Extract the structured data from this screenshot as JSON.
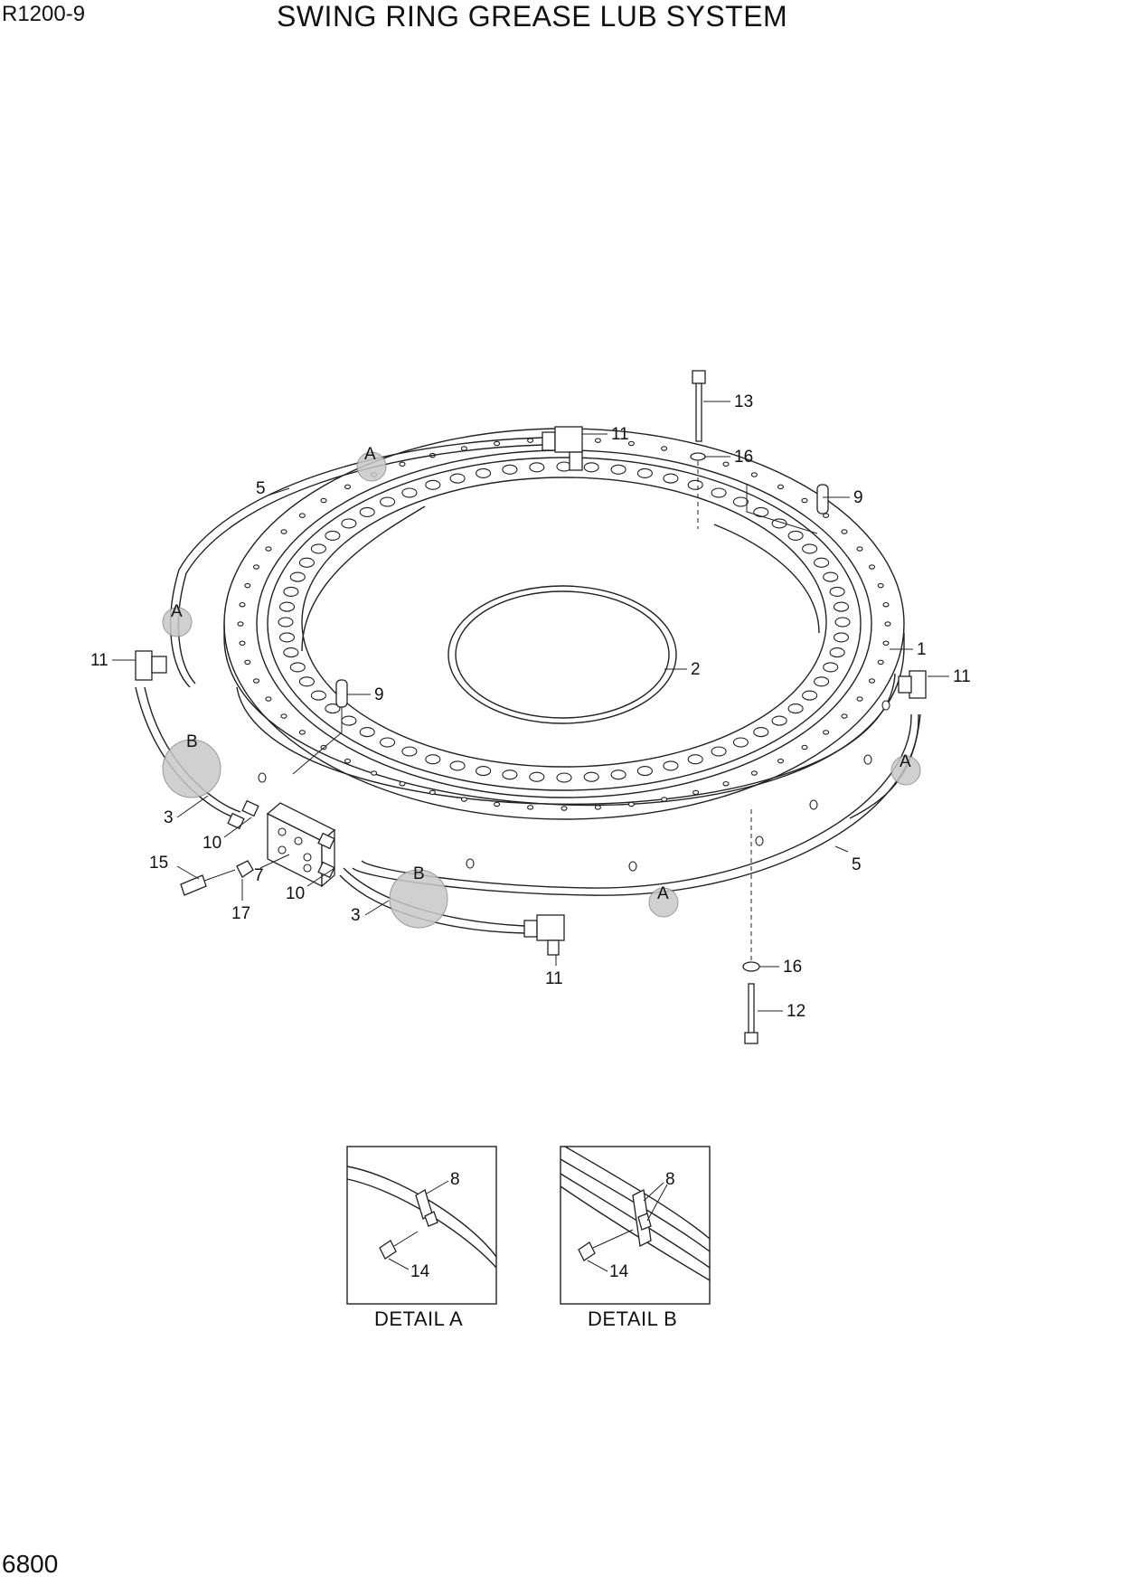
{
  "header": {
    "model": "R1200-9",
    "title": "SWING RING GREASE LUB SYSTEM"
  },
  "footer": {
    "page_number": "6800"
  },
  "callouts": {
    "c1": "1",
    "c2": "2",
    "c3a": "3",
    "c3b": "3",
    "c5a": "5",
    "c5b": "5",
    "c7": "7",
    "c9a": "9",
    "c9b": "9",
    "c10a": "10",
    "c10b": "10",
    "c11a": "11",
    "c11b": "11",
    "c11c": "11",
    "c11d": "11",
    "c12": "12",
    "c13": "13",
    "c15": "15",
    "c16a": "16",
    "c16b": "16",
    "c17": "17"
  },
  "zone_labels": {
    "a1": "A",
    "a2": "A",
    "a3": "A",
    "a4": "A",
    "b1": "B",
    "b2": "B"
  },
  "details": {
    "a": {
      "caption": "DETAIL A",
      "clamp": "8",
      "bolt": "14"
    },
    "b": {
      "caption": "DETAIL B",
      "clamp": "8",
      "bolt": "14"
    }
  }
}
